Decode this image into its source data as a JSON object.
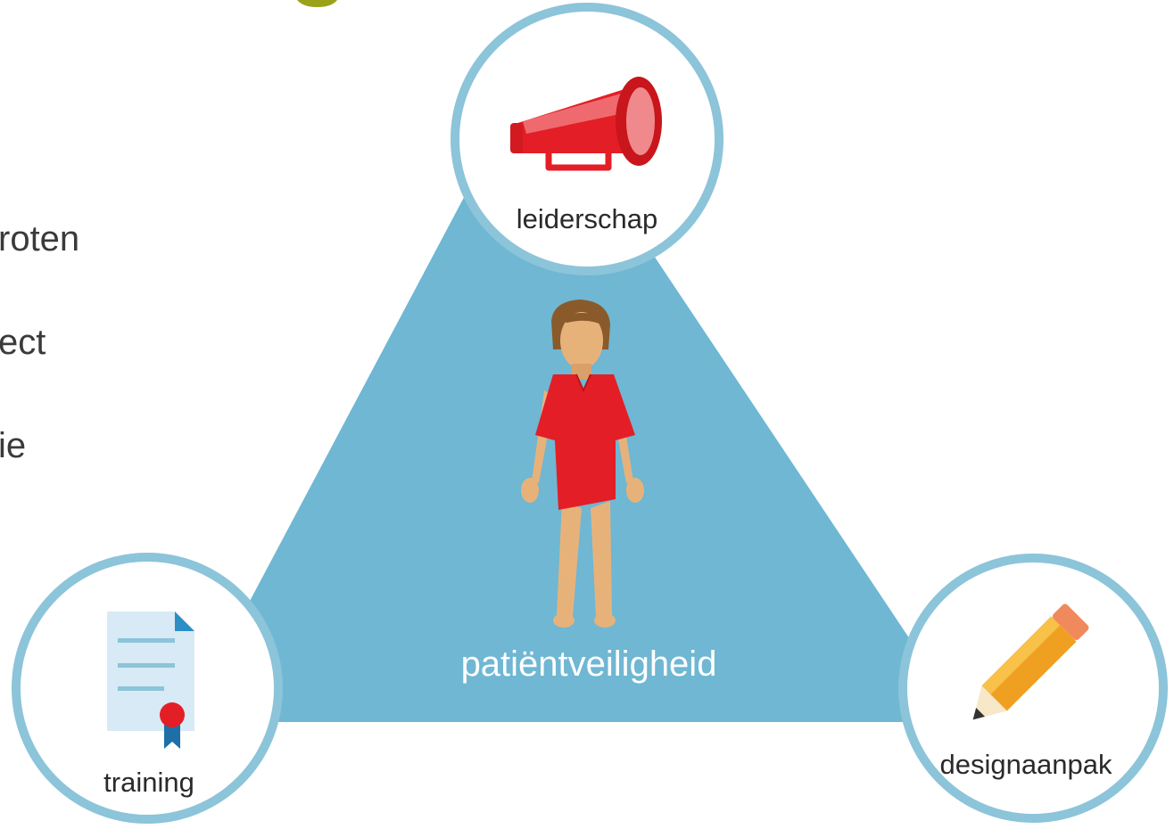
{
  "left_text_fragments": [
    "roten",
    "ect",
    "ie"
  ],
  "center_label": "patiëntveiligheid",
  "nodes": {
    "top": {
      "label": "leiderschap",
      "icon": "megaphone-icon"
    },
    "left": {
      "label": "training",
      "icon": "certificate-icon"
    },
    "right": {
      "label": "designaanpak",
      "icon": "pencil-icon"
    }
  },
  "colors": {
    "triangle": "#6fb7d3",
    "ring": "#8cc4da",
    "accent_red": "#e41e26",
    "title_partial": "#9aa21a"
  }
}
